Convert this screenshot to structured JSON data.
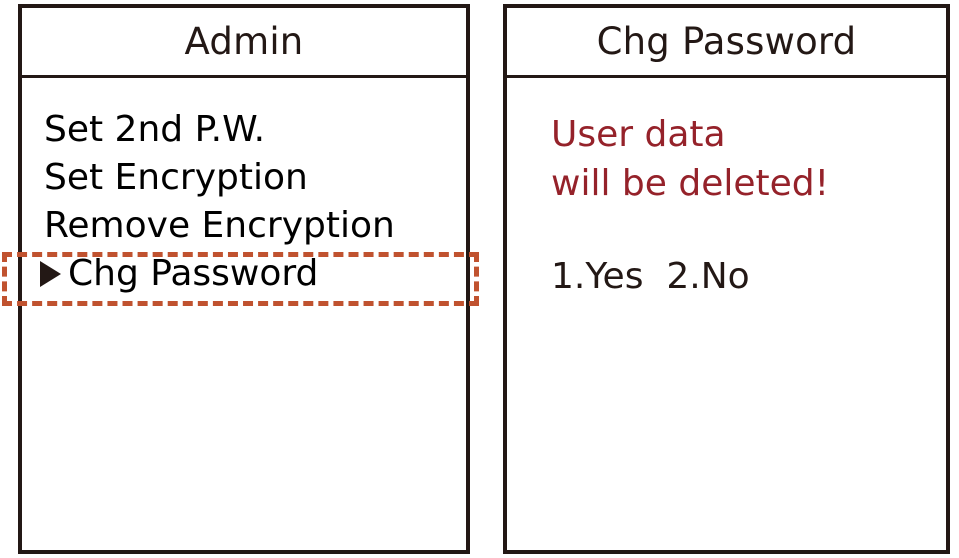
{
  "colors": {
    "border": "#231815",
    "text": "#000000",
    "warning_text": "#95222A",
    "selection_dashed": "#C0522F",
    "background": "#FFFFFF"
  },
  "screens": {
    "admin": {
      "title": "Admin",
      "menu": [
        {
          "label": "Set 2nd P.W.",
          "selected": false
        },
        {
          "label": "Set Encryption",
          "selected": false
        },
        {
          "label": "Remove Encryption",
          "selected": false
        },
        {
          "label": "Chg Password",
          "selected": true
        }
      ],
      "cursor_icon": "triangle-right-icon",
      "selected_index": 3
    },
    "confirm": {
      "title": "Chg Password",
      "warning_line_1": "User data",
      "warning_line_2": "will be deleted!",
      "choices": "1.Yes  2.No",
      "options": [
        {
          "key": "1",
          "label": "Yes"
        },
        {
          "key": "2",
          "label": "No"
        }
      ]
    }
  }
}
